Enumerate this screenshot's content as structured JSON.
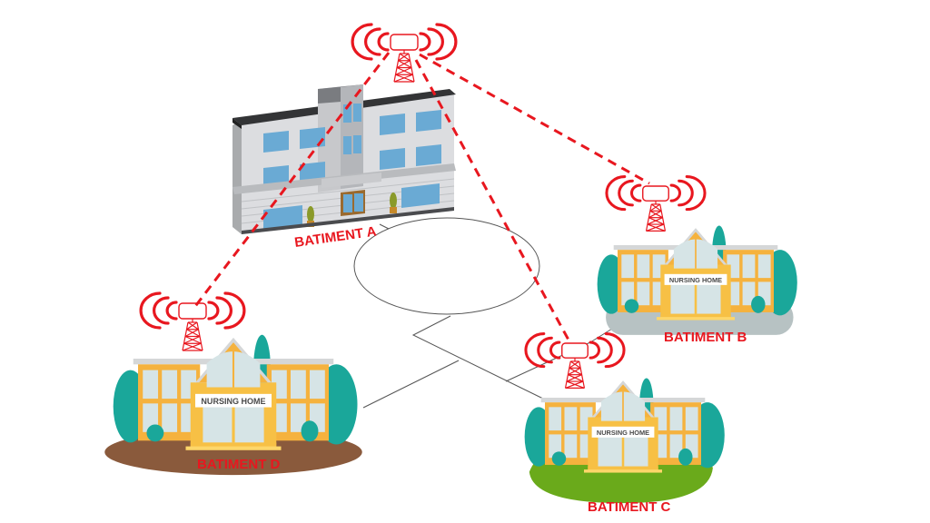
{
  "diagram": {
    "type": "wireless-network-topology",
    "hub": {
      "id": "A",
      "label": "BATIMENT A",
      "kind": "office-building"
    },
    "sites": [
      {
        "id": "B",
        "label": "BATIMENT B",
        "sign": "NURSING HOME",
        "ground": "gray"
      },
      {
        "id": "C",
        "label": "BATIMENT C",
        "sign": "NURSING HOME",
        "ground": "green"
      },
      {
        "id": "D",
        "label": "BATIMENT D",
        "sign": "NURSING HOME",
        "ground": "brown"
      }
    ],
    "wireless_links": [
      {
        "from": "A",
        "to": "B",
        "style": "dashed"
      },
      {
        "from": "A",
        "to": "C",
        "style": "dashed"
      },
      {
        "from": "A",
        "to": "D",
        "style": "dashed"
      }
    ],
    "callout": {
      "shape": "ellipse",
      "text": ""
    },
    "colors": {
      "link": "#e8171f",
      "label": "#e8171f",
      "antenna": "#e8171f",
      "building_wall": "#f5b23e",
      "window": "#d6e4e6",
      "tree": "#1aa79a",
      "ground_gray": "#b7c2c3",
      "ground_green": "#6aaa1b",
      "ground_brown": "#8a5a3c",
      "office_wall": "#d9dadc",
      "office_roof": "#3a3b3d",
      "office_window": "#6aaad4",
      "callout_line": "#555555"
    },
    "icons": {
      "antenna": "radio-tower-icon",
      "nursing_home": "nursing-home-icon",
      "office": "office-building-icon"
    }
  }
}
